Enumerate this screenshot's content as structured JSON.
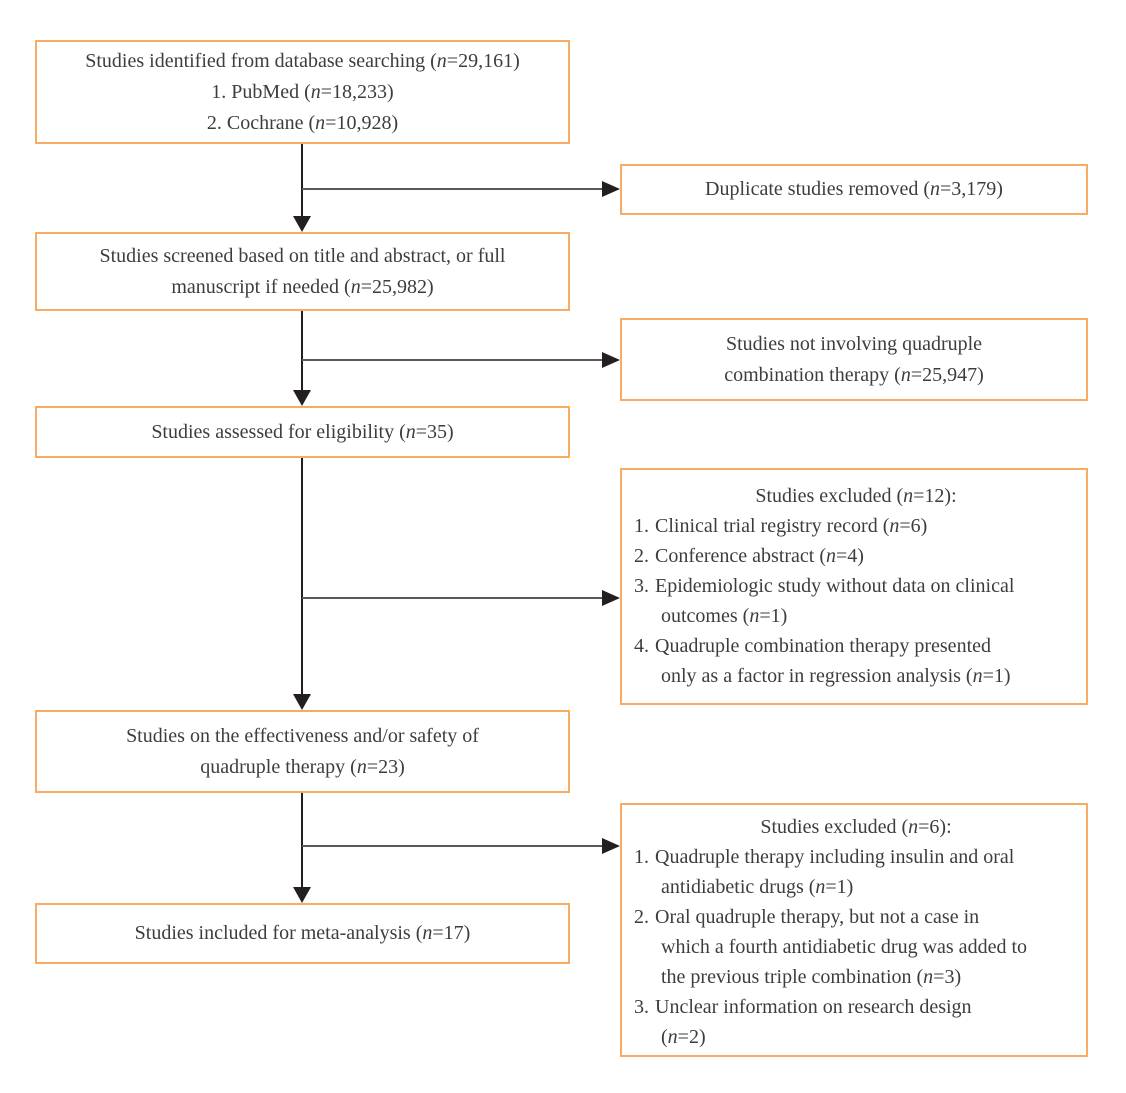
{
  "figure": {
    "kind": "study-selection-flow-diagram",
    "colors": {
      "box_border": "#f8ac63",
      "text": "#3d3d3d",
      "vertical_arrow": "#231f20",
      "horizontal_arrow": "#595959",
      "background": "#ffffff"
    }
  },
  "boxes": {
    "identified": {
      "line1": "Studies identified from database searching (n=29,161)",
      "items": [
        "1. PubMed (n=18,233)",
        "2. Cochrane (n=10,928)"
      ]
    },
    "duplicates": {
      "text": "Duplicate studies removed (n=3,179)"
    },
    "screened": {
      "text": "Studies screened based on title and abstract, or full\nmanuscript if needed (n=25,982)"
    },
    "not_quadruple": {
      "text": "Studies not involving quadruple\ncombination therapy (n=25,947)"
    },
    "eligibility": {
      "text": "Studies assessed for eligibility (n=35)"
    },
    "excluded12": {
      "title": "Studies excluded (n=12):",
      "items": [
        {
          "num": "1.",
          "text": "Clinical trial registry record (n=6)"
        },
        {
          "num": "2.",
          "text": "Conference abstract (n=4)"
        },
        {
          "num": "3.",
          "text": "Epidemiologic study without data on clinical\noutcomes (n=1)"
        },
        {
          "num": "4.",
          "text": "Quadruple combination therapy presented\nonly as a factor in regression analysis (n=1)"
        }
      ]
    },
    "effectiveness": {
      "text": "Studies on the effectiveness and/or safety of\nquadruple therapy (n=23)"
    },
    "excluded6": {
      "title": "Studies excluded (n=6):",
      "items": [
        {
          "num": "1.",
          "text": "Quadruple therapy including insulin and oral\nantidiabetic drugs (n=1)"
        },
        {
          "num": "2.",
          "text": "Oral quadruple therapy, but not a case in\nwhich a fourth antidiabetic drug was added to\nthe previous triple combination (n=3)"
        },
        {
          "num": "3.",
          "text": "Unclear information on research design\n(n=2)"
        }
      ]
    },
    "included": {
      "text": "Studies included for meta-analysis (n=17)"
    }
  }
}
